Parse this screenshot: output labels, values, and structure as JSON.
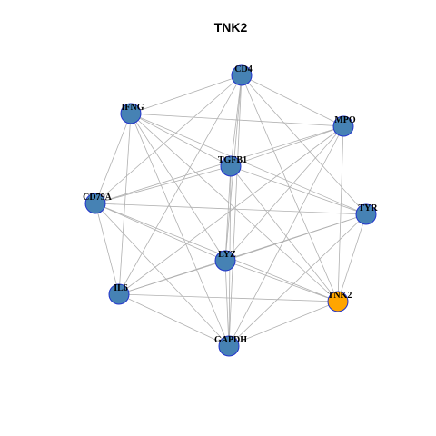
{
  "title": "TNK2",
  "colors": {
    "default_node": "#4682b4",
    "highlight_node": "#ffa500",
    "node_border": "#2233cc",
    "edge": "#b0b0b0"
  },
  "nodes": [
    {
      "id": "CD4",
      "label": "CD4",
      "highlight": false
    },
    {
      "id": "IFNG",
      "label": "IFNG",
      "highlight": false
    },
    {
      "id": "MPO",
      "label": "MPO",
      "highlight": false
    },
    {
      "id": "TGFB1",
      "label": "TGFB1",
      "highlight": false
    },
    {
      "id": "CD79A",
      "label": "CD79A",
      "highlight": false
    },
    {
      "id": "TYR",
      "label": "TYR",
      "highlight": false
    },
    {
      "id": "LYZ",
      "label": "LYZ",
      "highlight": false
    },
    {
      "id": "IL6",
      "label": "IL6",
      "highlight": false
    },
    {
      "id": "TNK2",
      "label": "TNK2",
      "highlight": true
    },
    {
      "id": "GAPDH",
      "label": "GAPDH",
      "highlight": false
    }
  ],
  "edges": [
    [
      "CD4",
      "IFNG"
    ],
    [
      "CD4",
      "MPO"
    ],
    [
      "CD4",
      "TGFB1"
    ],
    [
      "CD4",
      "CD79A"
    ],
    [
      "CD4",
      "TYR"
    ],
    [
      "CD4",
      "LYZ"
    ],
    [
      "CD4",
      "IL6"
    ],
    [
      "CD4",
      "TNK2"
    ],
    [
      "CD4",
      "GAPDH"
    ],
    [
      "IFNG",
      "MPO"
    ],
    [
      "IFNG",
      "TGFB1"
    ],
    [
      "IFNG",
      "CD79A"
    ],
    [
      "IFNG",
      "TYR"
    ],
    [
      "IFNG",
      "LYZ"
    ],
    [
      "IFNG",
      "IL6"
    ],
    [
      "IFNG",
      "TNK2"
    ],
    [
      "IFNG",
      "GAPDH"
    ],
    [
      "MPO",
      "TGFB1"
    ],
    [
      "MPO",
      "CD79A"
    ],
    [
      "MPO",
      "LYZ"
    ],
    [
      "MPO",
      "IL6"
    ],
    [
      "MPO",
      "TNK2"
    ],
    [
      "MPO",
      "GAPDH"
    ],
    [
      "TGFB1",
      "CD79A"
    ],
    [
      "TGFB1",
      "TYR"
    ],
    [
      "TGFB1",
      "LYZ"
    ],
    [
      "TGFB1",
      "TNK2"
    ],
    [
      "TGFB1",
      "GAPDH"
    ],
    [
      "CD79A",
      "TYR"
    ],
    [
      "CD79A",
      "LYZ"
    ],
    [
      "CD79A",
      "IL6"
    ],
    [
      "CD79A",
      "TNK2"
    ],
    [
      "CD79A",
      "GAPDH"
    ],
    [
      "TYR",
      "LYZ"
    ],
    [
      "TYR",
      "IL6"
    ],
    [
      "TYR",
      "TNK2"
    ],
    [
      "TYR",
      "GAPDH"
    ],
    [
      "LYZ",
      "IL6"
    ],
    [
      "LYZ",
      "TNK2"
    ],
    [
      "LYZ",
      "GAPDH"
    ],
    [
      "IL6",
      "TNK2"
    ],
    [
      "IL6",
      "GAPDH"
    ],
    [
      "TNK2",
      "GAPDH"
    ]
  ]
}
